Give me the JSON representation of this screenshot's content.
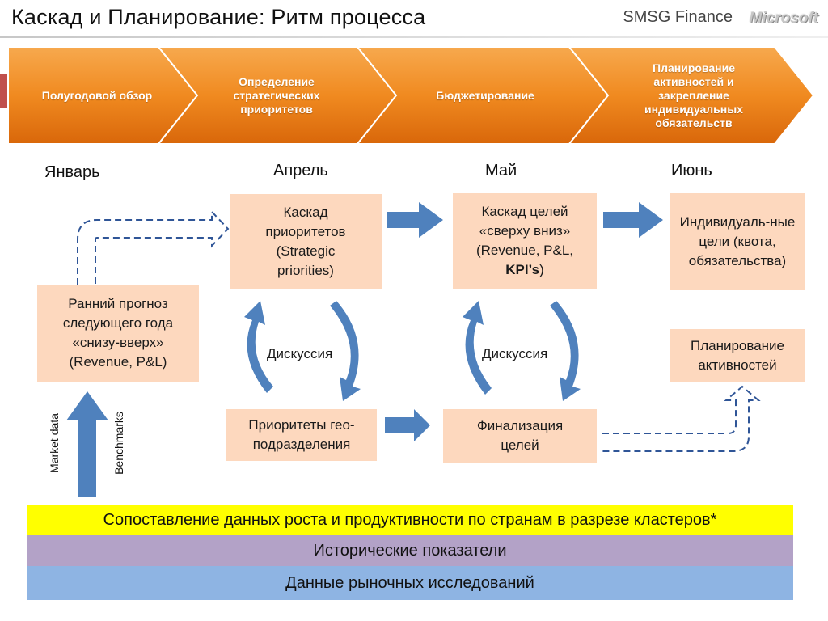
{
  "header": {
    "title": "Каскад и Планирование: Ритм процесса",
    "brand": "SMSG Finance",
    "logo": "Microsoft"
  },
  "chevrons": [
    {
      "label": "Полугодовой обзор"
    },
    {
      "label": "Определение стратегических приоритетов"
    },
    {
      "label": "Бюджетирование"
    },
    {
      "label": "Планирование активностей и закрепление индивидуальных обязательств"
    }
  ],
  "months": [
    "Январь",
    "Апрель",
    "Май",
    "Июнь"
  ],
  "boxes": {
    "early_forecast": "Ранний прогноз следующего года «снизу-вверх» (Revenue, P&L)",
    "priority_cascade": "Каскад приоритетов (Strategic priorities)",
    "goal_cascade_text": "Каскад целей «сверху вниз» (Revenue, P&L,",
    "goal_cascade_bold": "KPI’s",
    "goal_cascade_end": ")",
    "individual_goals": "Индивидуаль-ные цели (квота, обязательства)",
    "activity_planning": "Планирование активностей",
    "geo_priorities": "Приоритеты гео-подразделения",
    "goal_finalization": "Финализация целей"
  },
  "discussion_label": "Дискуссия",
  "side_labels": {
    "market_data": "Market data",
    "benchmarks": "Benchmarks"
  },
  "bands": [
    {
      "label": "Сопоставление данных роста и продуктивности по странам в разрезе кластеров*",
      "color": "#ffff00"
    },
    {
      "label": "Исторические показатели",
      "color": "#b3a2c7"
    },
    {
      "label": "Данные рыночных исследований",
      "color": "#8eb4e3"
    }
  ],
  "colors": {
    "chevron_orange": "#f0861f",
    "box_fill": "#fdd8be",
    "arrow_blue": "#4f81bd"
  }
}
